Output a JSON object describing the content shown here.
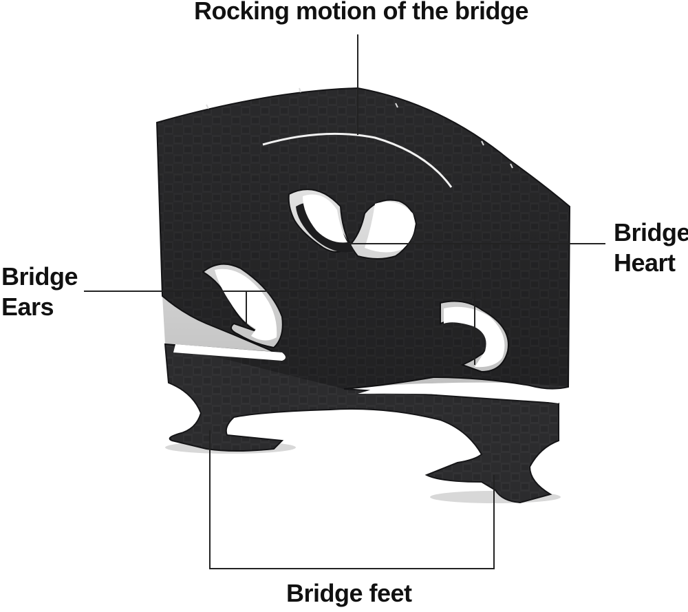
{
  "diagram": {
    "subject": "violin bridge",
    "labels": {
      "rocking_motion": "Rocking motion of the bridge",
      "heart_line1": "Bridge",
      "heart_line2": "Heart",
      "ears_line1": "Bridge",
      "ears_line2": "Ears",
      "feet": "Bridge feet"
    },
    "colors": {
      "text": "#111111",
      "leader_line": "#222222",
      "bridge_body": "#2a2a2c",
      "bridge_edge": "#151517",
      "arc": "#f2f2f2",
      "background": "#ffffff"
    }
  }
}
